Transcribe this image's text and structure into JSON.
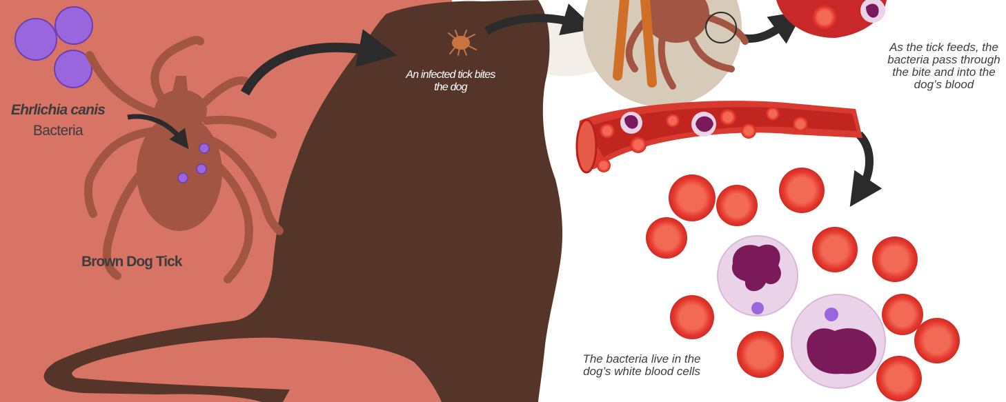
{
  "labels": {
    "bacteria_name": "Ehrlichia canis",
    "bacteria_word": "Bacteria",
    "tick_name": "Brown Dog Tick",
    "bite_caption": "An infected tick bites the dog",
    "feed_caption": "As the tick feeds, the bacteria pass through the bite and into the dog’s blood",
    "live_caption": "The bacteria live in the dog’s white blood cells"
  },
  "colors": {
    "left_panel": "#d77466",
    "dog_silhouette": "#55352a",
    "tick": "#a35543",
    "bacteria": "#9966dd",
    "red_cell": "#e63a30",
    "red_cell_core": "#f06a55",
    "white_cell": "#ead2e8",
    "nucleus": "#7a1a5a",
    "arrow": "#2b2b2b",
    "magnifier_bg": "#d8cab8"
  },
  "icons": [
    "bacteria-cluster-icon",
    "brown-dog-tick-icon",
    "small-tick-icon",
    "magnified-tick-icon",
    "blood-vessel-icon",
    "red-blood-cell-icon",
    "white-blood-cell-icon",
    "curved-arrow-icon"
  ]
}
